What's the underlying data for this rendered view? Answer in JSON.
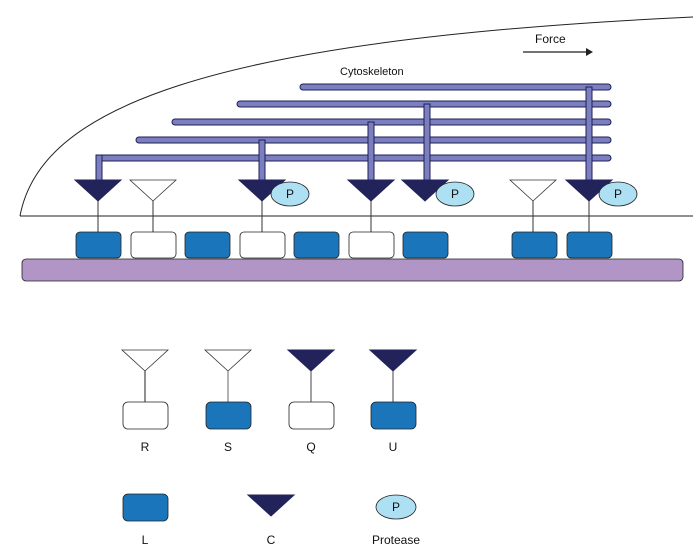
{
  "diagram": {
    "force_label": "Force",
    "cytoskeleton_label": "Cytoskeleton",
    "protease_letter": "P"
  },
  "legend": {
    "r": "R",
    "s": "S",
    "q": "Q",
    "u": "U",
    "l": "L",
    "c": "C",
    "protease": "Protease",
    "protease_letter": "P"
  },
  "colors": {
    "ligand": "#1b75bb",
    "receptor_c": "#23235c",
    "filament": "#7b7fbf",
    "protease": "#aee0f4",
    "substrate": "#b095c6"
  }
}
